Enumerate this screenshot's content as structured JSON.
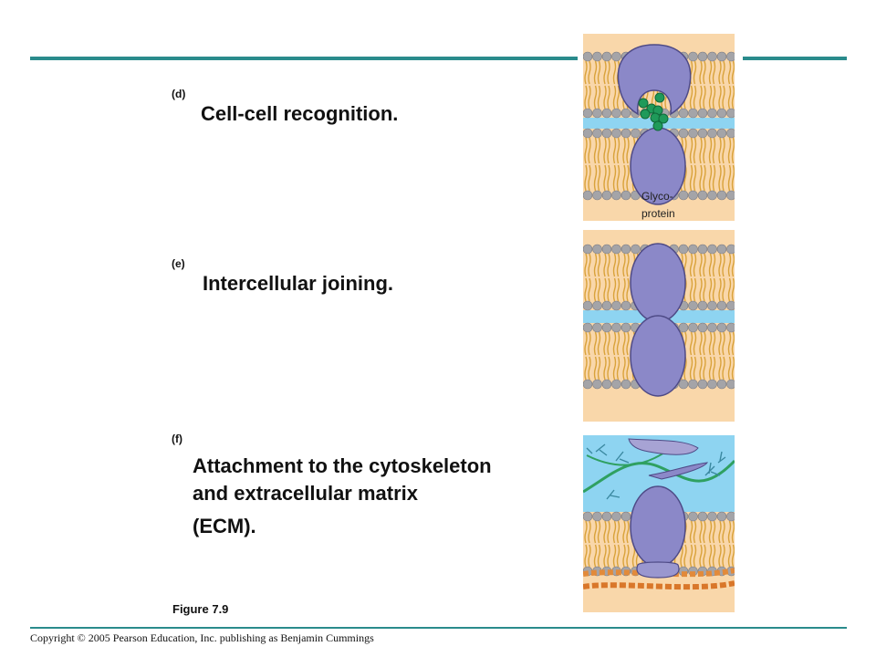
{
  "sections": [
    {
      "tag": "(d)",
      "lines": [
        "Cell-cell recognition."
      ]
    },
    {
      "tag": "(e)",
      "lines": [
        "Intercellular joining."
      ]
    },
    {
      "tag": "(f)",
      "lines": [
        "Attachment to the cytoskeleton",
        "and extracellular matrix",
        "(ECM)."
      ]
    }
  ],
  "diagram_labels": {
    "glycoprotein_line1": "Glyco-",
    "glycoprotein_line2": "protein"
  },
  "figure_caption": "Figure 7.9",
  "copyright": "Copyright © 2005 Pearson Education, Inc. publishing as Benjamin Cummings",
  "colors": {
    "rule": "#2a8b8c",
    "cytoplasm": "#f9d7aa",
    "extracellular": "#8ed4f1",
    "protein": "#8b88c8",
    "carbohydrate": "#1f9a5a",
    "lipid_head": "#a4a4a8",
    "lipid_tail": "#d9a23a"
  }
}
